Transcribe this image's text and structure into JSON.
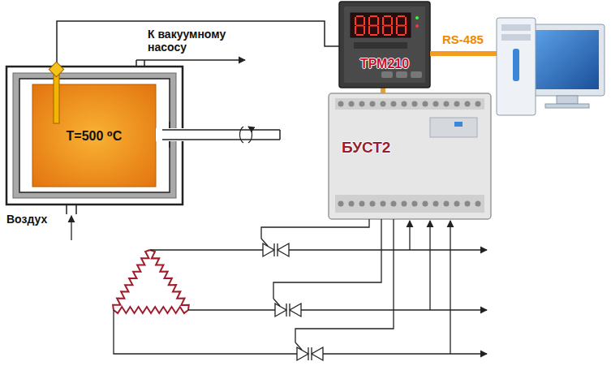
{
  "diagram": {
    "nodes": [
      {
        "text": [
          "T=500 ⁰C"
        ]
      },
      {
        "text": [
          "ТРМ210"
        ]
      },
      {
        "text": [
          "БУСТ2"
        ]
      }
    ],
    "edges": [
      {
        "from": 0,
        "to": 1,
        "arrow": "none"
      },
      {
        "from": 1,
        "to": 2,
        "arrow": "none"
      }
    ],
    "labels": [
      "К вакуумному насосу",
      "Воздух",
      "RS-485"
    ]
  }
}
